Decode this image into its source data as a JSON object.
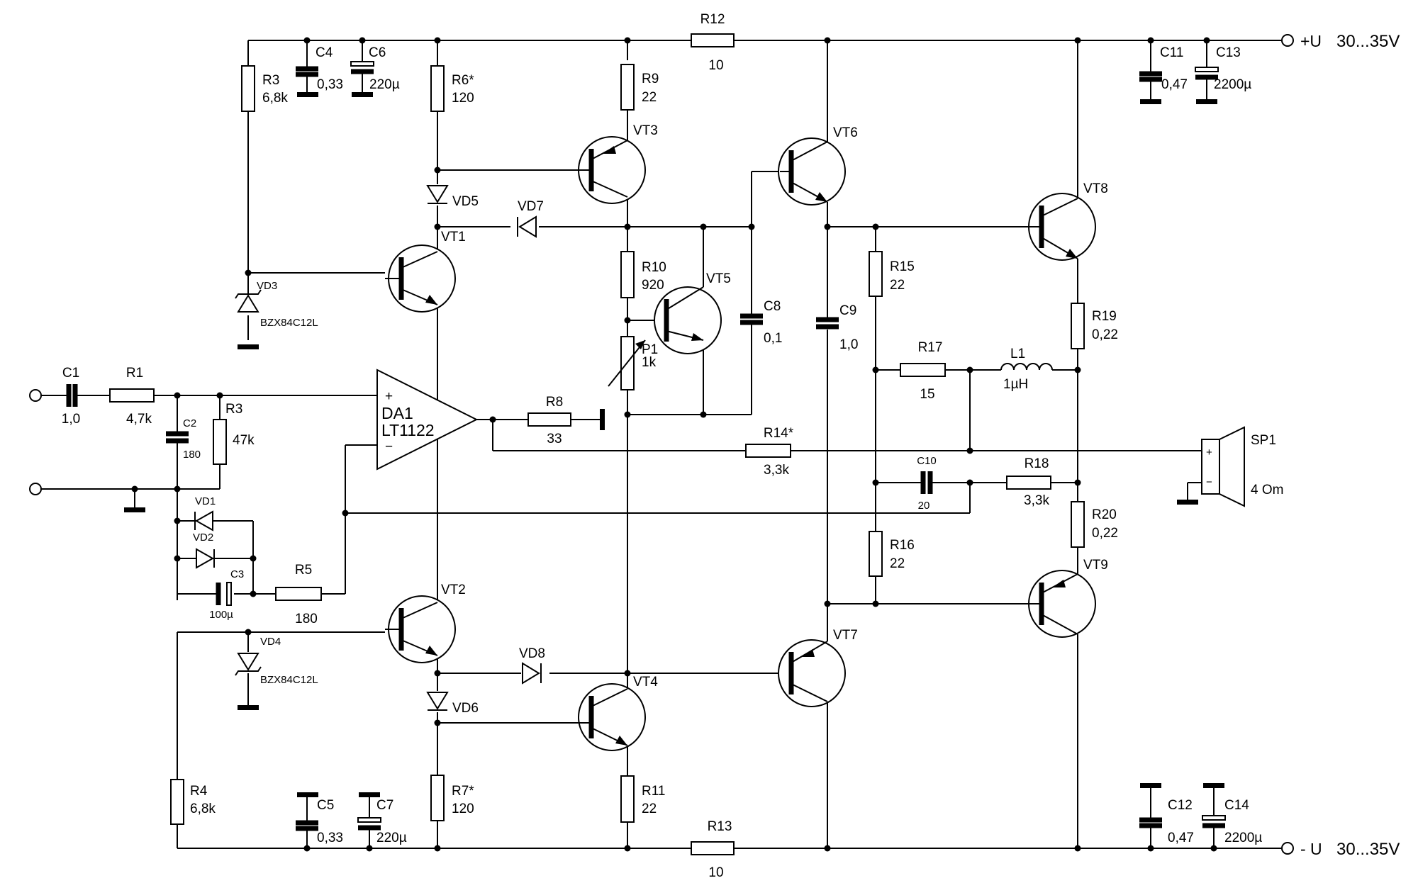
{
  "rails": {
    "pos_label": "+U",
    "pos_range": "30...35V",
    "neg_label": "- U",
    "neg_range": "30...35V"
  },
  "components": {
    "R1": {
      "ref": "R1",
      "value": "4,7k"
    },
    "R3a": {
      "ref": "R3",
      "value": "6,8k"
    },
    "R3b": {
      "ref": "R3",
      "value": "47k"
    },
    "R4": {
      "ref": "R4",
      "value": "6,8k"
    },
    "R5": {
      "ref": "R5",
      "value": "180"
    },
    "R6": {
      "ref": "R6*",
      "value": "120"
    },
    "R7": {
      "ref": "R7*",
      "value": "120"
    },
    "R8": {
      "ref": "R8",
      "value": "33"
    },
    "R9": {
      "ref": "R9",
      "value": "22"
    },
    "R10": {
      "ref": "R10",
      "value": "920"
    },
    "R11": {
      "ref": "R11",
      "value": "22"
    },
    "R12": {
      "ref": "R12",
      "value": "10"
    },
    "R13": {
      "ref": "R13",
      "value": "10"
    },
    "R14": {
      "ref": "R14*",
      "value": "3,3k"
    },
    "R15": {
      "ref": "R15",
      "value": "22"
    },
    "R16": {
      "ref": "R16",
      "value": "22"
    },
    "R17": {
      "ref": "R17",
      "value": "15"
    },
    "R18": {
      "ref": "R18",
      "value": "3,3k"
    },
    "R19": {
      "ref": "R19",
      "value": "0,22"
    },
    "R20": {
      "ref": "R20",
      "value": "0,22"
    },
    "P1": {
      "ref": "P1",
      "value": "1k"
    },
    "C1": {
      "ref": "C1",
      "value": "1,0"
    },
    "C2": {
      "ref": "C2",
      "value": "180"
    },
    "C3": {
      "ref": "C3",
      "value": "100µ"
    },
    "C4": {
      "ref": "C4",
      "value": "0,33"
    },
    "C5": {
      "ref": "C5",
      "value": "0,33"
    },
    "C6": {
      "ref": "C6",
      "value": "220µ"
    },
    "C7": {
      "ref": "C7",
      "value": "220µ"
    },
    "C8": {
      "ref": "C8",
      "value": "0,1"
    },
    "C9": {
      "ref": "C9",
      "value": "1,0"
    },
    "C10": {
      "ref": "C10",
      "value": "20"
    },
    "C11": {
      "ref": "C11",
      "value": "0,47"
    },
    "C12": {
      "ref": "C12",
      "value": "0,47"
    },
    "C13": {
      "ref": "C13",
      "value": "2200µ"
    },
    "C14": {
      "ref": "C14",
      "value": "2200µ"
    },
    "L1": {
      "ref": "L1",
      "value": "1µH"
    },
    "VD1": {
      "ref": "VD1"
    },
    "VD2": {
      "ref": "VD2"
    },
    "VD3": {
      "ref": "VD3",
      "value": "BZX84C12L"
    },
    "VD4": {
      "ref": "VD4",
      "value": "BZX84C12L"
    },
    "VD5": {
      "ref": "VD5"
    },
    "VD6": {
      "ref": "VD6"
    },
    "VD7": {
      "ref": "VD7"
    },
    "VD8": {
      "ref": "VD8"
    },
    "VT1": {
      "ref": "VT1"
    },
    "VT2": {
      "ref": "VT2"
    },
    "VT3": {
      "ref": "VT3"
    },
    "VT4": {
      "ref": "VT4"
    },
    "VT5": {
      "ref": "VT5"
    },
    "VT6": {
      "ref": "VT6"
    },
    "VT7": {
      "ref": "VT7"
    },
    "VT8": {
      "ref": "VT8"
    },
    "VT9": {
      "ref": "VT9"
    },
    "DA1": {
      "ref": "DA1",
      "part": "LT1122",
      "plus": "+",
      "minus": "−"
    },
    "SP1": {
      "ref": "SP1",
      "value": "4 Om",
      "plus": "+",
      "minus": "−"
    }
  }
}
